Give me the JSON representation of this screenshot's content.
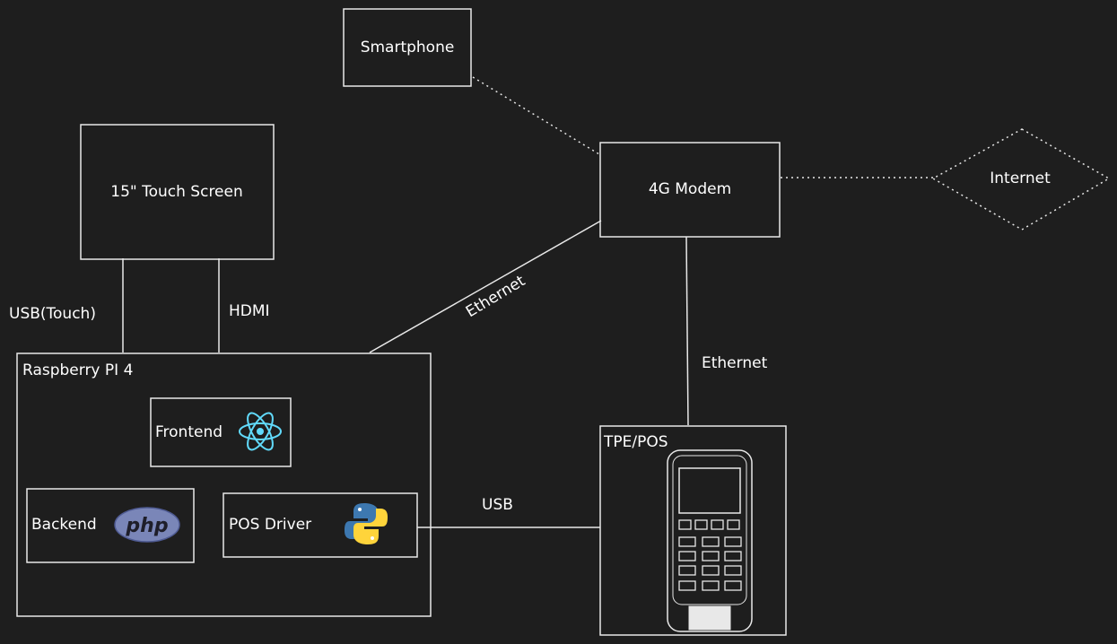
{
  "nodes": {
    "smartphone": "Smartphone",
    "touch_screen": "15\" Touch Screen",
    "modem": "4G Modem",
    "internet": "Internet",
    "raspberry": "Raspberry PI 4",
    "frontend": "Frontend",
    "backend": "Backend",
    "pos_driver": "POS Driver",
    "tpe": "TPE/POS"
  },
  "edges": {
    "usb_touch": "USB(Touch)",
    "hdmi": "HDMI",
    "ethernet_pi": "Ethernet",
    "ethernet_tpe": "Ethernet",
    "usb": "USB"
  },
  "logos": {
    "php": "php"
  },
  "colors": {
    "background": "#1e1e1e",
    "stroke": "#e8e8e8",
    "react": "#61dafb",
    "php": "#7a86b8",
    "python_blue": "#3d78b0",
    "python_yellow": "#ffd43b"
  },
  "icons": [
    "react-icon",
    "php-icon",
    "python-icon",
    "payment-terminal-icon"
  ]
}
